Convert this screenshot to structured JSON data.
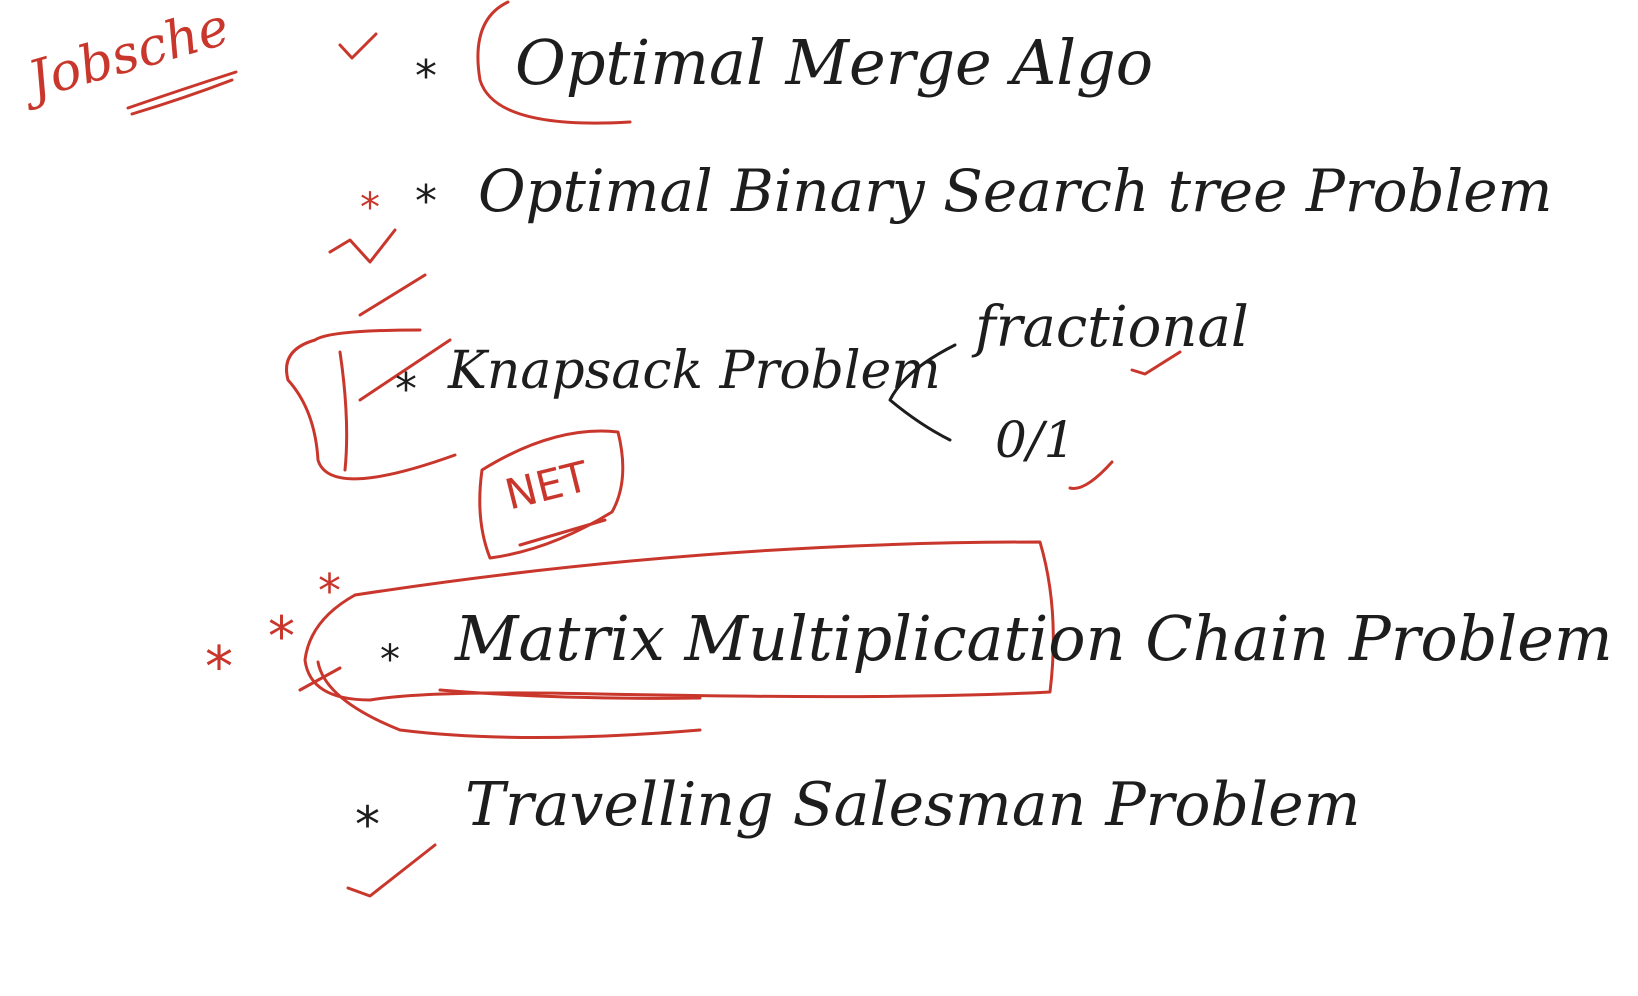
{
  "notes": {
    "side_note": "Jobsche",
    "items": [
      {
        "bullet": "*",
        "text": "Optimal Merge Algo"
      },
      {
        "bullet": "*",
        "text": "Optimal Binary Search tree Problem"
      },
      {
        "bullet": "*",
        "text": "Knapsack Problem"
      },
      {
        "bullet": "*",
        "text": "Matrix Multiplication Chain Problem"
      },
      {
        "bullet": "*",
        "text": "Travelling Salesman Problem"
      }
    ],
    "knapsack_variants": [
      "fractional",
      "0/1"
    ],
    "exam_tag": "NET"
  },
  "colors": {
    "ink": "#1d1d1d",
    "annotation": "#c9372c",
    "background": "#ffffff"
  }
}
